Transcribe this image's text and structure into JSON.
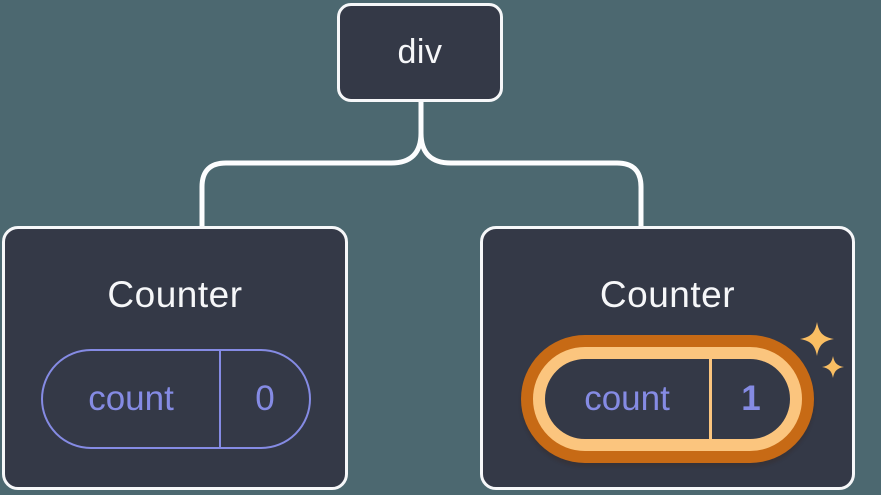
{
  "diagram": {
    "type": "component-tree",
    "root": {
      "label": "div"
    },
    "children": [
      {
        "name": "Counter",
        "state_key": "count",
        "state_value": "0",
        "highlighted": false
      },
      {
        "name": "Counter",
        "state_key": "count",
        "state_value": "1",
        "highlighted": true,
        "icon": "sparkles-icon"
      }
    ]
  },
  "colors": {
    "background": "#4C6870",
    "node_fill": "#343947",
    "node_border": "#F6F7F9",
    "text": "#F6F7F9",
    "state_purple": "#858BE4",
    "highlight_orange_dark": "#C76A15",
    "highlight_orange_light": "#FBC57E",
    "sparkle": "#F9BE63"
  }
}
